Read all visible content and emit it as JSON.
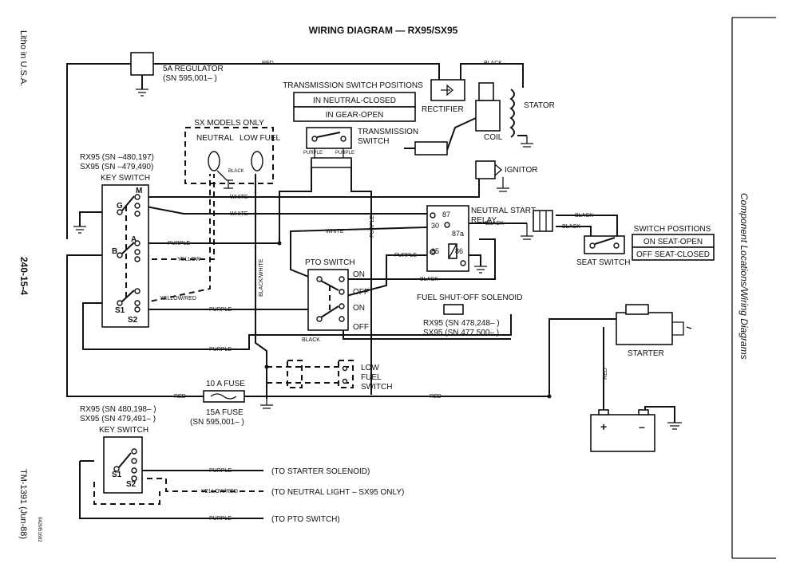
{
  "title": "WIRING DIAGRAM — RX95/SX95",
  "side_left": {
    "litho": "Litho in U.S.A.",
    "page": "240-15-4",
    "tm": "TM-1391 (Jun-88)",
    "code": "042M51682"
  },
  "side_right": "Component Locations/Wiring Diagrams",
  "components": {
    "regulator": [
      "5A REGULATOR",
      "(SN 595,001–      )"
    ],
    "trans_positions": {
      "title": "TRANSMISSION SWITCH POSITIONS",
      "rows": [
        "IN NEUTRAL-CLOSED",
        "IN GEAR-OPEN"
      ]
    },
    "trans_switch": [
      "TRANSMISSION",
      "SWITCH"
    ],
    "rectifier": "RECTIFIER",
    "stator": "STATOR",
    "coil": "COIL",
    "ignitor": "IGNITOR",
    "sx_only": "SX MODELS ONLY",
    "neutral": "NEUTRAL",
    "low_fuel": "LOW FUEL",
    "key_sn": [
      "RX95 (SN      –480,197)",
      "SX95 (SN      –479,490)"
    ],
    "key_switch": "KEY SWITCH",
    "key_term": [
      "M",
      "G",
      "A",
      "B",
      "S1",
      "S2"
    ],
    "relay": [
      "NEUTRAL START",
      "RELAY"
    ],
    "relay_pins": [
      "87",
      "30",
      "87a",
      "85",
      "86"
    ],
    "switch_pos": {
      "title": "SWITCH POSITIONS",
      "rows": [
        "ON SEAT-OPEN",
        "OFF SEAT-CLOSED"
      ]
    },
    "seat_switch": "SEAT SWITCH",
    "pto_switch": "PTO SWITCH",
    "pto_pos": [
      "ON",
      "OFF",
      "ON",
      "OFF"
    ],
    "fuel_sol": "FUEL SHUT-OFF SOLENOID",
    "fuel_sn": [
      "RX95 (SN 478,248–      )",
      "SX95 (SN 477,500–      )"
    ],
    "starter": "STARTER",
    "low_fuel_switch": [
      "LOW",
      "FUEL",
      "SWITCH"
    ],
    "fuse10": "10 A FUSE",
    "fuse15": [
      "15A FUSE",
      "(SN 595,001–      )"
    ],
    "key2_sn": [
      "RX95 (SN 480,198–      )",
      "SX95 (SN 479,491–      )"
    ],
    "key_switch2": "KEY SWITCH",
    "key2_term": [
      "S1",
      "S2"
    ],
    "bottom_dest": [
      "(TO STARTER SOLENOID)",
      "(TO NEUTRAL LIGHT – SX95 ONLY)",
      "(TO PTO SWITCH)"
    ],
    "battery": [
      "+",
      "–"
    ]
  },
  "wire_labels": {
    "red": "RED",
    "black": "BLACK",
    "white": "WHITE",
    "purple": "PURPLE",
    "yellow": "YELLOW",
    "yellow_red": "YELLOW/RED",
    "black_white": "BLACK/WHITE"
  }
}
